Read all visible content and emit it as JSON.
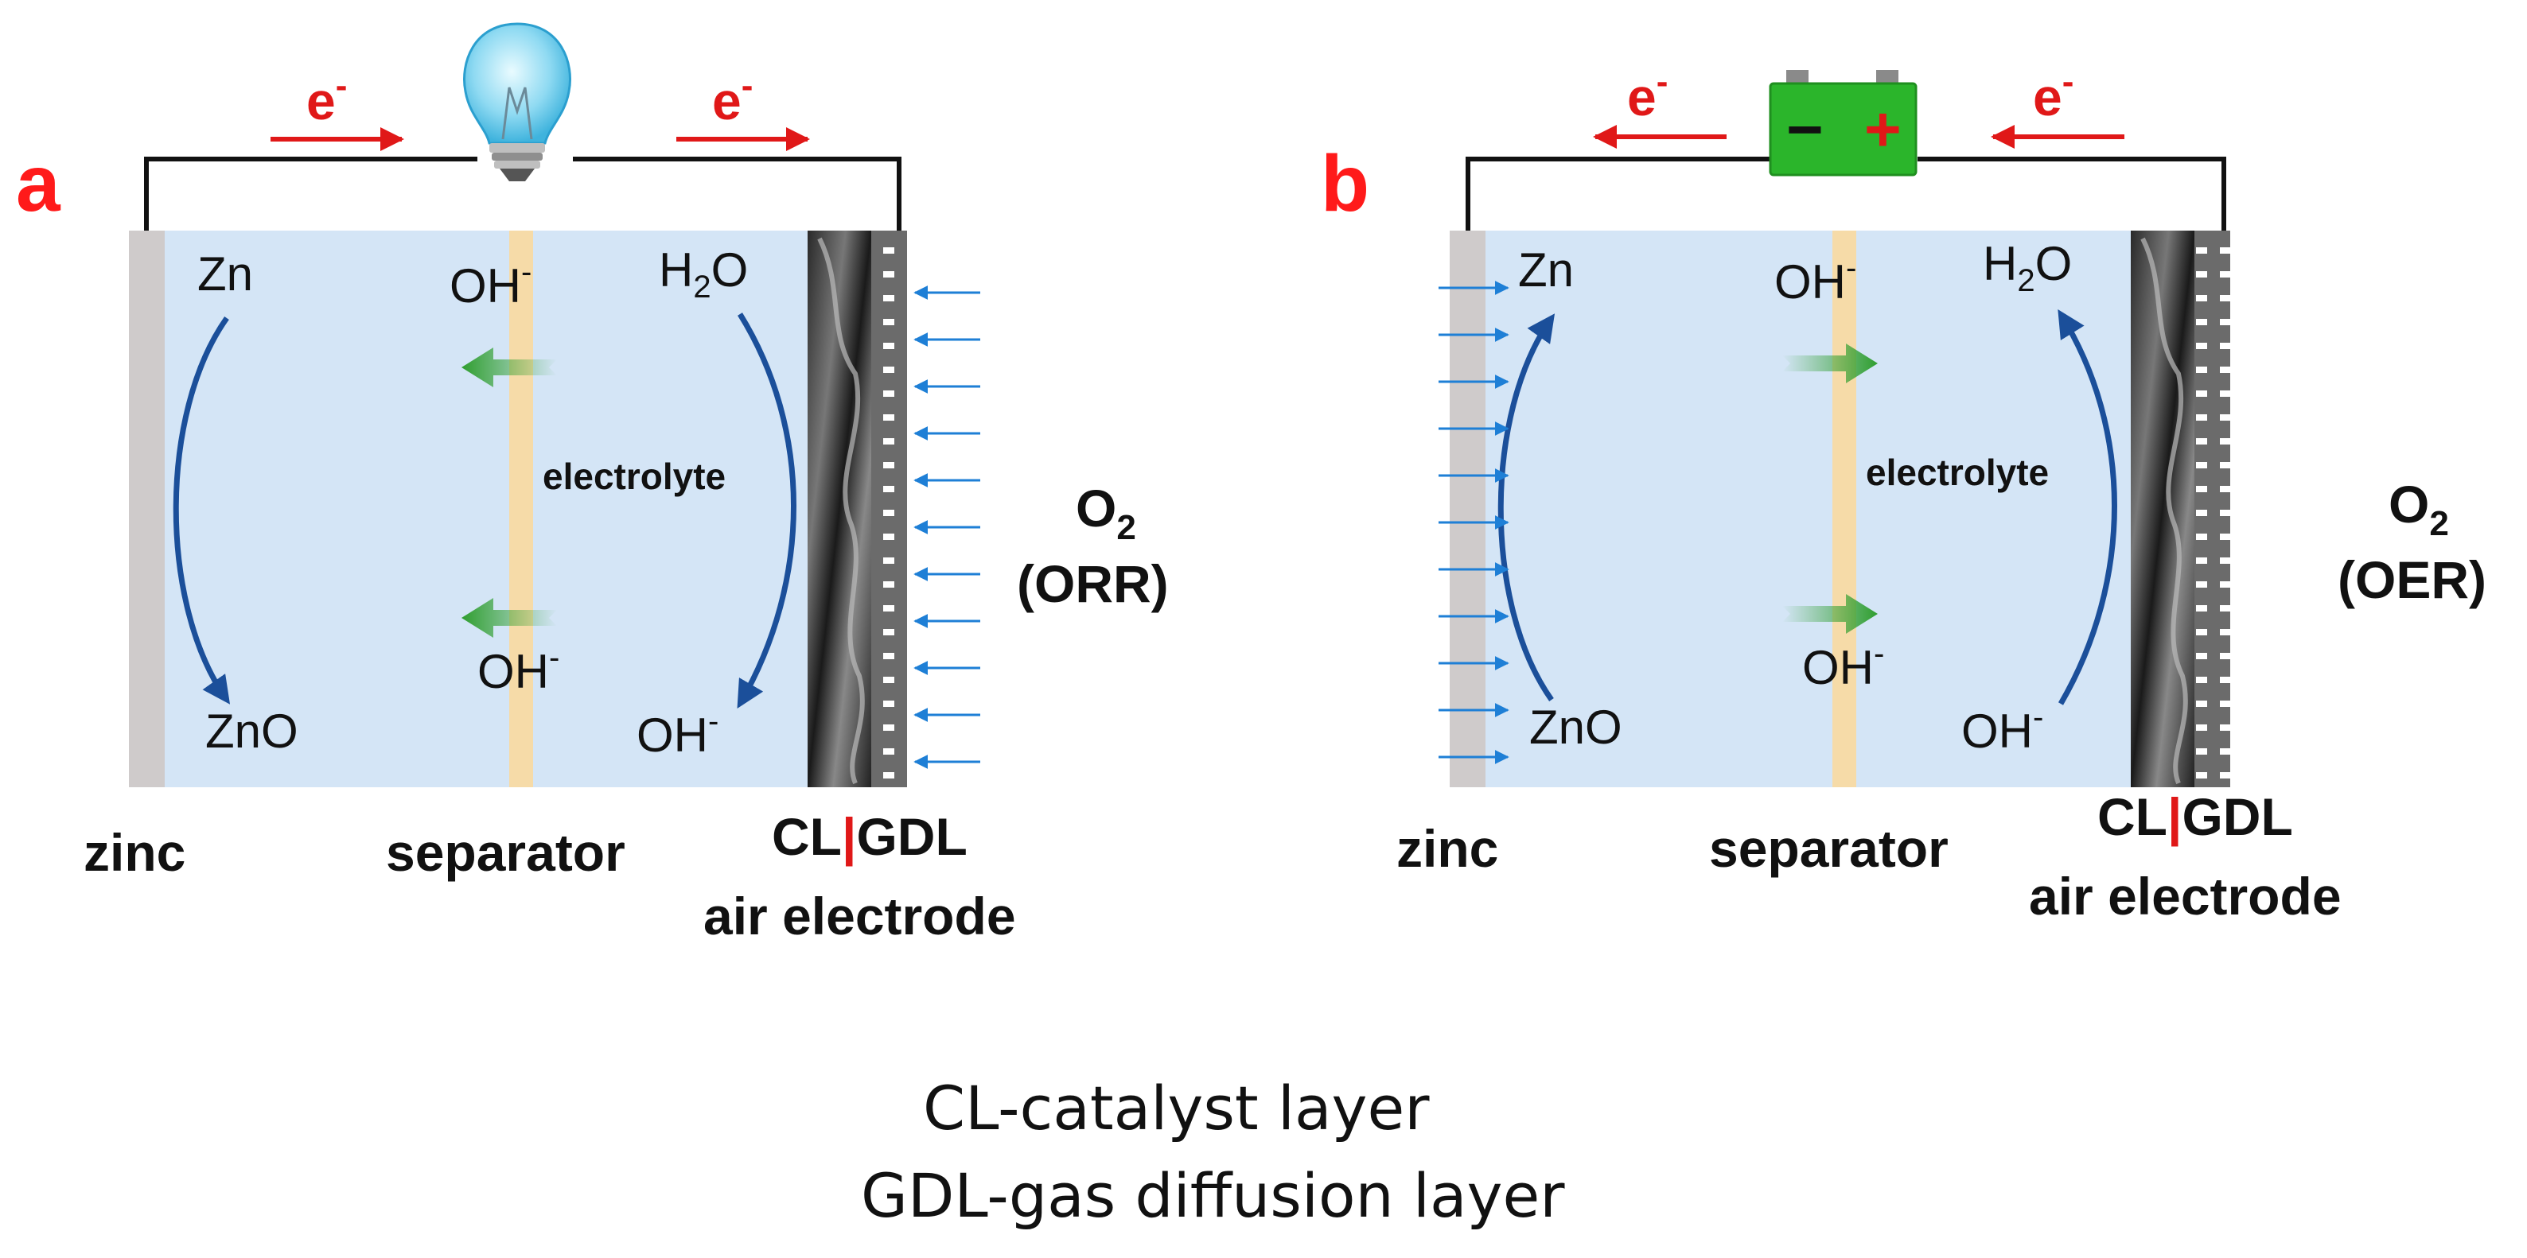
{
  "colors": {
    "electrolyte": "#d4e5f6",
    "zinc_plate": "#cfcbcb",
    "separator": "#f6dba8",
    "electron_arrow": "#e01818",
    "reaction_arrow": "#1b4f9a",
    "air_arrow": "#1e7fd6",
    "ion_arrow": "#3aaa35",
    "panel_letter": "#ff1a1a",
    "battery": "#2bb52b"
  },
  "panels": [
    {
      "letter": "a",
      "device_icon": "light-bulb-icon",
      "electron_left": "e",
      "electron_right": "e",
      "electron_superscript": "-",
      "zn": "Zn",
      "zno": "ZnO",
      "oh_top": "OH",
      "oh_bottom": "OH",
      "oh_right": "OH",
      "ion_superscript": "-",
      "h2o_h": "H",
      "h2o_sub": "2",
      "h2o_o": "O",
      "electrolyte": "electrolyte",
      "o2_o": "O",
      "o2_sub": "2",
      "reaction": "(ORR)",
      "zinc_label": "zinc",
      "separator_label": "separator",
      "cl": "CL",
      "bar": "|",
      "gdl": "GDL",
      "air_electrode": "air electrode"
    },
    {
      "letter": "b",
      "device_icon": "battery-icon",
      "battery_minus": "−",
      "battery_plus": "+",
      "electron_left": "e",
      "electron_right": "e",
      "electron_superscript": "-",
      "zn": "Zn",
      "zno": "ZnO",
      "oh_top": "OH",
      "oh_bottom": "OH",
      "oh_right": "OH",
      "ion_superscript": "-",
      "h2o_h": "H",
      "h2o_sub": "2",
      "h2o_o": "O",
      "electrolyte": "electrolyte",
      "o2_o": "O",
      "o2_sub": "2",
      "reaction": "(OER)",
      "zinc_label": "zinc",
      "separator_label": "separator",
      "cl": "CL",
      "bar": "|",
      "gdl": "GDL",
      "air_electrode": "air electrode"
    }
  ],
  "legend": {
    "line1": "CL-catalyst layer",
    "line2": "GDL-gas diffusion layer"
  }
}
